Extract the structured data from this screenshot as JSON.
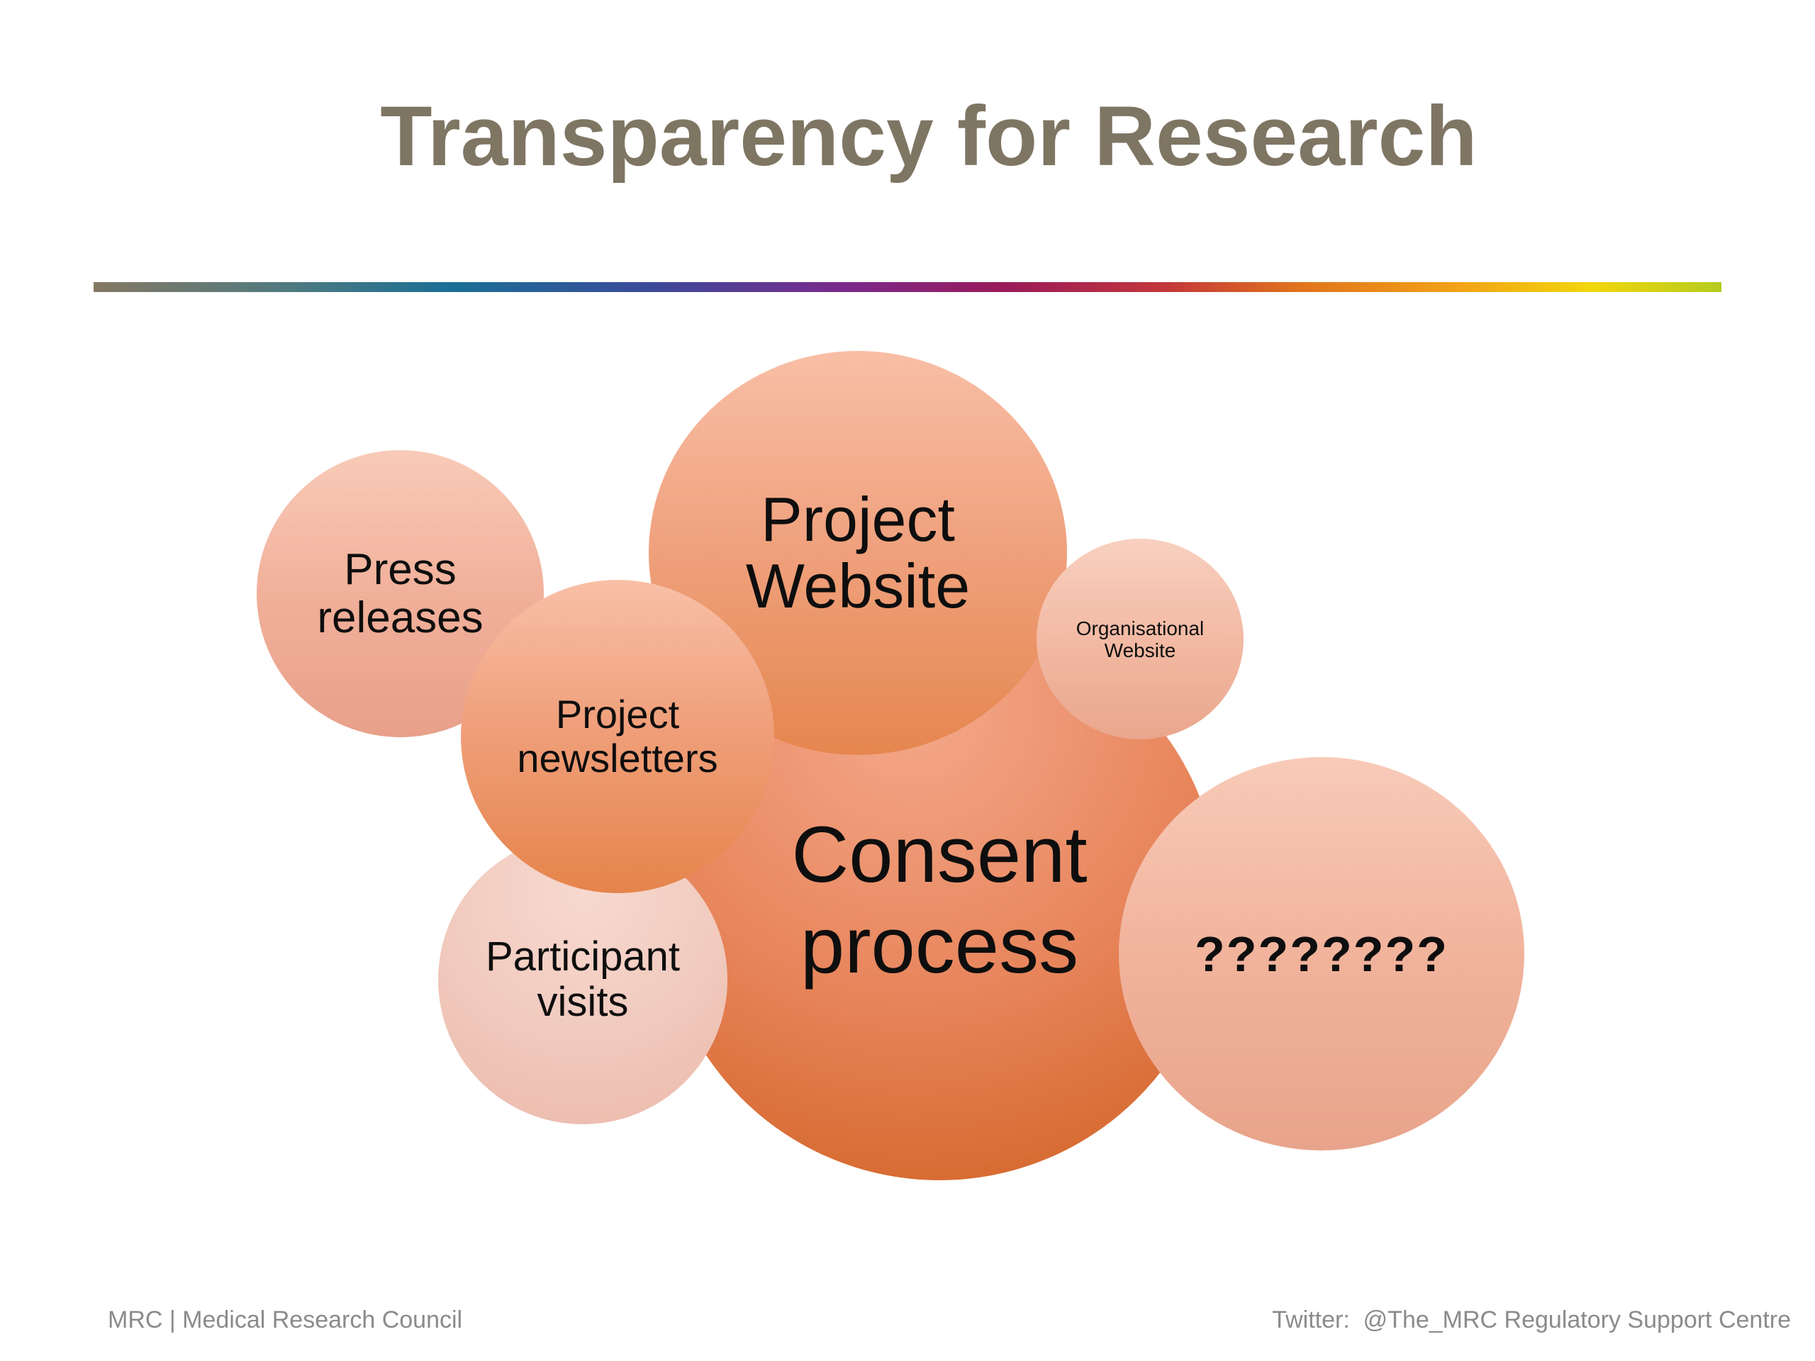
{
  "slide": {
    "title": "Transparency for Research"
  },
  "bubbles": {
    "consent": "Consent\nprocess",
    "website": "Project\nWebsite",
    "press": "Press\nreleases",
    "newsletters": "Project\nnewsletters",
    "participant": "Participant\nvisits",
    "organisational": "Organisational\nWebsite",
    "unknown": "????????"
  },
  "footer": {
    "left": "MRC | Medical Research Council",
    "right": "Twitter:  @The_MRC Regulatory Support Centre"
  }
}
